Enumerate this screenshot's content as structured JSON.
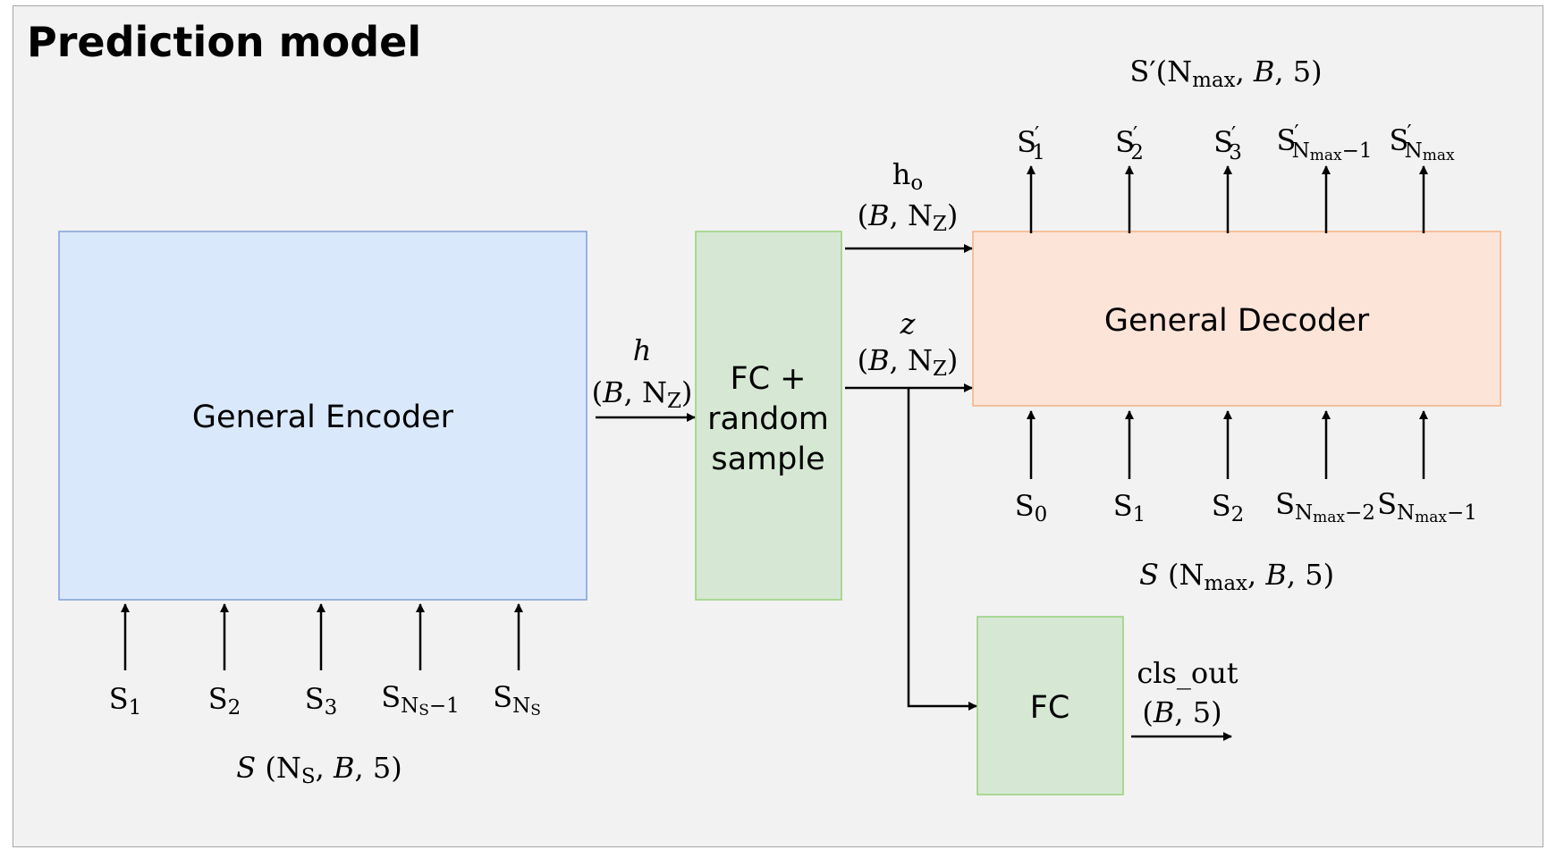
{
  "title": "Prediction model",
  "colors": {
    "encoder_fill": "#dae8fb",
    "encoder_stroke": "#7f9fd6",
    "fc_fill": "#d6e8d4",
    "fc_stroke": "#97d07a",
    "decoder_fill": "#fde4d9",
    "decoder_stroke": "#f4b183"
  },
  "encoder": {
    "label": "General Encoder",
    "inputs": [
      {
        "base": "S",
        "sub": "1"
      },
      {
        "base": "S",
        "sub": "2"
      },
      {
        "base": "S",
        "sub": "3"
      },
      {
        "base": "S",
        "sub": "N",
        "subsub": "S",
        "tail": "−1"
      },
      {
        "base": "S",
        "sub": "N",
        "subsub": "S"
      }
    ],
    "shape_label": {
      "var": "S",
      "open": " (N",
      "sub": "S",
      "rest": ", ",
      "b": "B",
      "close": ", 5)"
    }
  },
  "fc_random": {
    "label_lines": [
      "FC +",
      "random",
      "sample"
    ]
  },
  "h_edge": {
    "var": "h",
    "shape": {
      "open": "(",
      "b": "B",
      "mid": ", N",
      "sub": "Z",
      "close": ")"
    }
  },
  "ho_edge": {
    "var": "h",
    "var_sub": "o",
    "shape": {
      "open": "(",
      "b": "B",
      "mid": ", N",
      "sub": "Z",
      "close": ")"
    }
  },
  "z_edge": {
    "var": "z",
    "shape": {
      "open": "(",
      "b": "B",
      "mid": ", N",
      "sub": "Z",
      "close": ")"
    }
  },
  "decoder": {
    "label": "General Decoder",
    "outputs_title": {
      "base": "S′(N",
      "sub": "max",
      "rest": ", ",
      "b": "B",
      "close": ", 5)"
    },
    "outputs": [
      {
        "base": "S",
        "sup": "′",
        "sub": "1"
      },
      {
        "base": "S",
        "sup": "′",
        "sub": "2"
      },
      {
        "base": "S",
        "sup": "′",
        "sub": "3"
      },
      {
        "base": "S",
        "sup": "′",
        "sub": "N",
        "subsub": "max",
        "tail": "−1"
      },
      {
        "base": "S",
        "sup": "′",
        "sub": "N",
        "subsub": "max"
      }
    ],
    "inputs": [
      {
        "base": "S",
        "sub": "0"
      },
      {
        "base": "S",
        "sub": "1"
      },
      {
        "base": "S",
        "sub": "2"
      },
      {
        "base": "S",
        "sub": "N",
        "subsub": "max",
        "tail": "−2"
      },
      {
        "base": "S",
        "sub": "N",
        "subsub": "max",
        "tail": "−1"
      }
    ],
    "shape_label": {
      "var": "S",
      "open": " (N",
      "sub": "max",
      "rest": ", ",
      "b": "B",
      "close": ", 5)"
    }
  },
  "fc": {
    "label": "FC"
  },
  "cls_out": {
    "name": "cls_out",
    "shape": {
      "open": "(",
      "b": "B",
      "close": ", 5)"
    }
  }
}
